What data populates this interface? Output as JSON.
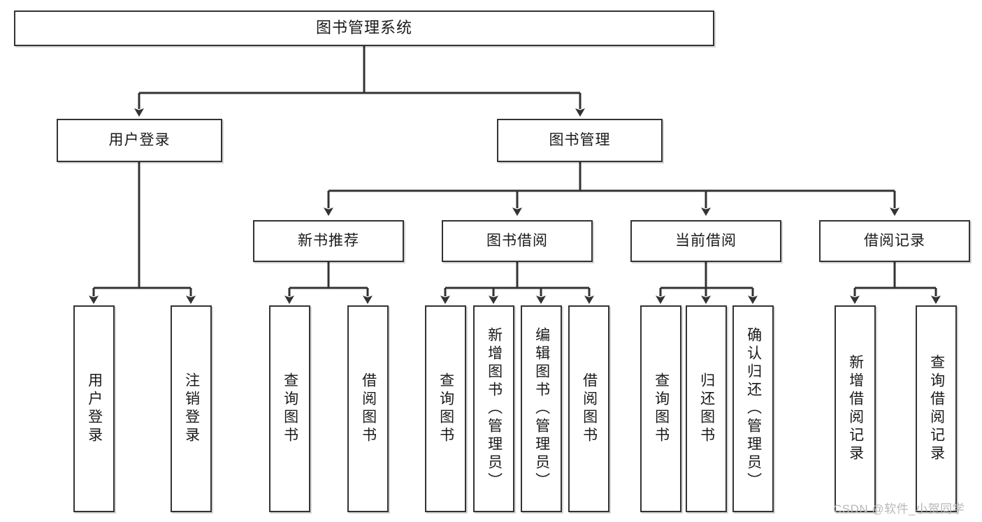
{
  "diagram": {
    "title": "图书管理系统",
    "type": "hierarchy-tree",
    "levels": 4,
    "root": {
      "id": "root",
      "label": "图书管理系统"
    },
    "level2": [
      {
        "id": "user-login",
        "label": "用户登录"
      },
      {
        "id": "book-management",
        "label": "图书管理"
      }
    ],
    "level3": [
      {
        "id": "new-book-recommend",
        "label": "新书推荐",
        "parent": "book-management"
      },
      {
        "id": "book-borrow",
        "label": "图书借阅",
        "parent": "book-management"
      },
      {
        "id": "current-borrow",
        "label": "当前借阅",
        "parent": "book-management"
      },
      {
        "id": "borrow-record",
        "label": "借阅记录",
        "parent": "book-management"
      }
    ],
    "leaves": {
      "user-login": [
        {
          "id": "leaf-user-login",
          "label": "用户登录"
        },
        {
          "id": "leaf-user-logout",
          "label": "注销登录"
        }
      ],
      "new-book-recommend": [
        {
          "id": "leaf-query-book-1",
          "label": "查询图书"
        },
        {
          "id": "leaf-borrow-book-1",
          "label": "借阅图书"
        }
      ],
      "book-borrow": [
        {
          "id": "leaf-query-book-2",
          "label": "查询图书"
        },
        {
          "id": "leaf-add-book",
          "label": "新增图书（管理员）"
        },
        {
          "id": "leaf-edit-book",
          "label": "编辑图书（管理员）"
        },
        {
          "id": "leaf-borrow-book-2",
          "label": "借阅图书"
        }
      ],
      "current-borrow": [
        {
          "id": "leaf-query-book-3",
          "label": "查询图书"
        },
        {
          "id": "leaf-return-book",
          "label": "归还图书"
        },
        {
          "id": "leaf-confirm-return",
          "label": "确认归还（管理员）"
        }
      ],
      "borrow-record": [
        {
          "id": "leaf-add-record",
          "label": "新增借阅记录"
        },
        {
          "id": "leaf-query-record",
          "label": "查询借阅记录"
        }
      ]
    }
  },
  "watermark": {
    "text": "CSDN @软件_小贺同学"
  },
  "colors": {
    "box_border": "#333333",
    "box_fill": "#ffffff",
    "connector": "#333333",
    "text": "#1a1a1a",
    "watermark": "#b8b8b8",
    "background": "#ffffff"
  }
}
